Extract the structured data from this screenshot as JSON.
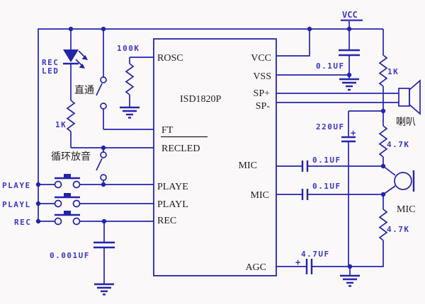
{
  "title": "ISD1820P record / playback circuit schematic",
  "colors": {
    "wire": "#2323ab",
    "value_label": "#3a36c8",
    "pin_text": "#1c1c1c",
    "background": "#fbf8fa"
  },
  "chip": {
    "part_number": "ISD1820P",
    "left_pins": [
      "ROSC",
      "FT",
      "RECLED",
      "PLAYE",
      "PLAYL",
      "REC"
    ],
    "right_pins": [
      "VCC",
      "VSS",
      "SP+",
      "SP-",
      "MIC",
      "MIC",
      "AGC"
    ]
  },
  "labels": {
    "vcc_top": "VCC",
    "r_osc_value": "100K",
    "rec_led_line1": "REC",
    "rec_led_line2": "LED",
    "sw_direct": "直通",
    "r_led_value": "1K",
    "sw_loop": "循环放音",
    "btn_playe": "PLAYE",
    "btn_playl": "PLAYL",
    "btn_rec": "REC",
    "c_debounce_value": "0.001UF",
    "c_vcc_value": "0.1UF",
    "r_spk_value": "1K",
    "speaker_label": "喇叭",
    "c_out_value": "220UF",
    "c_mic1_value": "0.1UF",
    "c_mic2_value": "0.1UF",
    "r_mic_top_value": "4.7K",
    "r_mic_bot_value": "4.7K",
    "mic_label": "MIC",
    "c_agc_value": "4.7UF",
    "plus": "+"
  }
}
